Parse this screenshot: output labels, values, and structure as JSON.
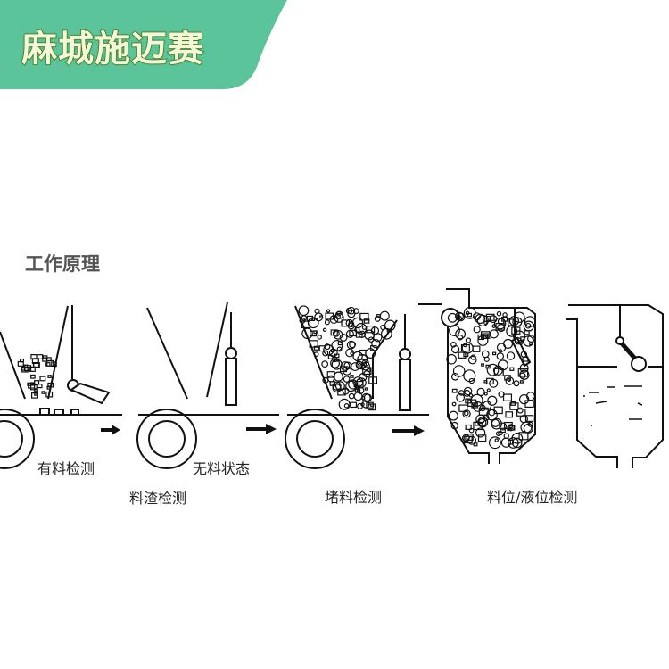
{
  "header": {
    "brand": "麻城施迈赛",
    "banner_color": "#5cc49a"
  },
  "section_title": "工作原理",
  "panels": [
    {
      "label": "有料检测"
    },
    {
      "label": "无料状态"
    },
    {
      "label": "料渣检测"
    },
    {
      "label": "堵料检测"
    },
    {
      "label": "料位/液位检测"
    }
  ]
}
